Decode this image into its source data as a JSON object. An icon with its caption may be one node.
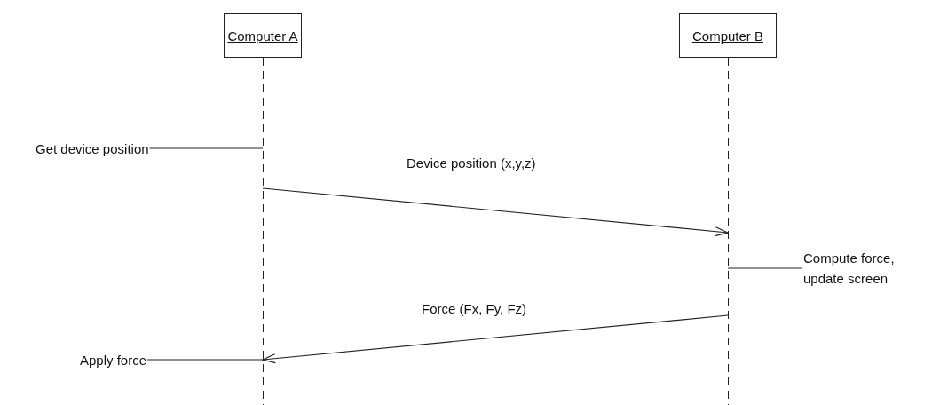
{
  "diagram": {
    "nodes": [
      {
        "text": [
          "Computer A"
        ]
      },
      {
        "text": [
          "Computer B"
        ]
      },
      {
        "text": [
          "Get device position"
        ]
      },
      {
        "text": [
          "Compute force, update screen"
        ]
      },
      {
        "text": [
          "Apply force"
        ]
      }
    ],
    "edges": [
      {
        "from": 2,
        "to": 0,
        "arrow": "none"
      },
      {
        "from": 0,
        "to": 1,
        "arrow": "to",
        "label": "Device position (x,y,z)"
      },
      {
        "from": 3,
        "to": 1,
        "arrow": "none"
      },
      {
        "from": 1,
        "to": 0,
        "arrow": "to",
        "label": "Force (Fx, Fy, Fz)"
      },
      {
        "from": 4,
        "to": 0,
        "arrow": "none"
      }
    ]
  }
}
